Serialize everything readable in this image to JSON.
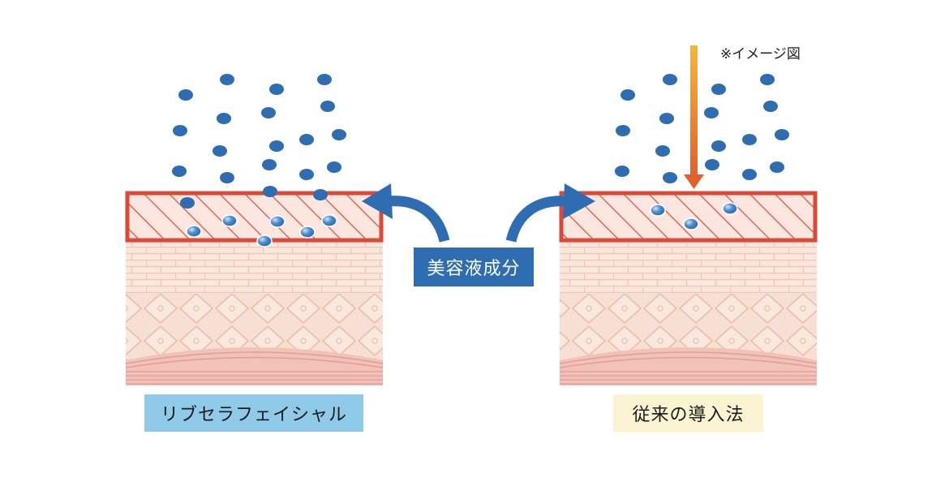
{
  "labels": {
    "left": "リブセラフェイシャル",
    "right": "従来の導入法",
    "center": "美容液成分",
    "note": "※イメージ図"
  },
  "colors": {
    "skin_light": "#f8e3d8",
    "skin_mid": "#f2cfbf",
    "skin_line": "#eab9a8",
    "outer_layer": "#db4a36",
    "muscle": "#e8a4a1",
    "particle": "#2f6db2",
    "arrow_blue": "#2f6db2",
    "arrow_orange_top": "#f3b640",
    "arrow_orange_bottom": "#e0612d"
  }
}
